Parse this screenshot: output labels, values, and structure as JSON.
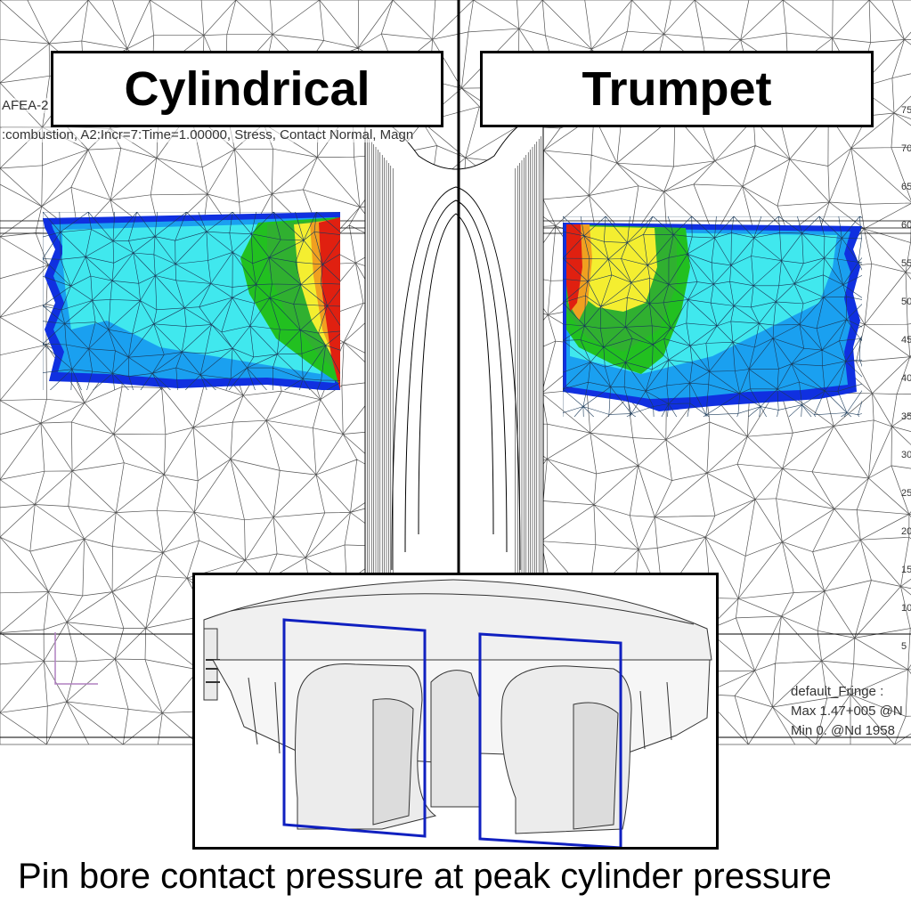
{
  "panels": {
    "left_title": "Cylindrical",
    "right_title": "Trumpet"
  },
  "fea_labels": {
    "project": "AFEA-2",
    "result_info": ":combustion, A2:Incr=7:Time=1.00000, Stress, Contact Normal, Magn"
  },
  "legend": {
    "name": "default_Fringe :",
    "max": "Max 1.47+005 @N",
    "min": "Min 0. @Nd 1958",
    "ticks_visible": [
      "75",
      "70",
      "65",
      "60",
      "55",
      "50",
      "45",
      "40",
      "35",
      "30",
      "25",
      "20",
      "15",
      "10",
      "5"
    ]
  },
  "contour_colors": {
    "blue": "#1030e0",
    "light_blue": "#1aa0f0",
    "cyan": "#40e8ee",
    "green": "#22c020",
    "yellow": "#f4ee30",
    "orange": "#f0a020",
    "red": "#e02010"
  },
  "inset": {
    "frame_color": "#1020c0"
  },
  "caption": "Pin bore contact pressure at peak cylinder pressure"
}
